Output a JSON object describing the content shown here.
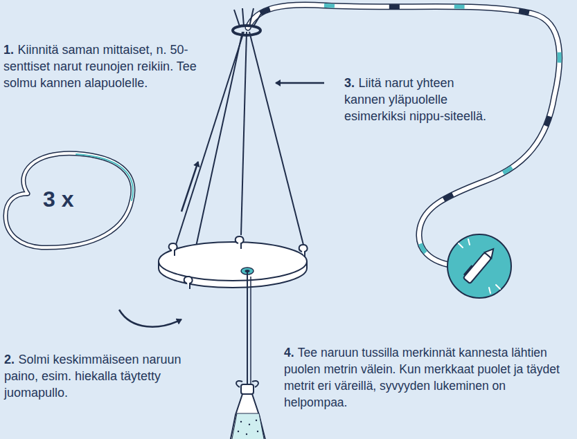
{
  "diagram": {
    "labels": [
      "1.",
      "Kiinnitä saman mittaiset, n. 50-senttiset narut reunojen reikiin. Tee solmu kannen alapuolelle.",
      "3 x",
      "3.",
      "Liitä narut yhteen kannen yläpuolelle esimerkiksi nippu-siteellä.",
      "2.",
      "Solmi keskimmäiseen naruun paino, esim. hiekalla täytetty juomapullo.",
      "4.",
      "Tee naruun tussilla merkinnät kannesta lähtien puolen metrin välein. Kun merkkaat puolet ja täydet metrit eri väreillä, syvyyden lukeminen on helpompaa."
    ]
  }
}
